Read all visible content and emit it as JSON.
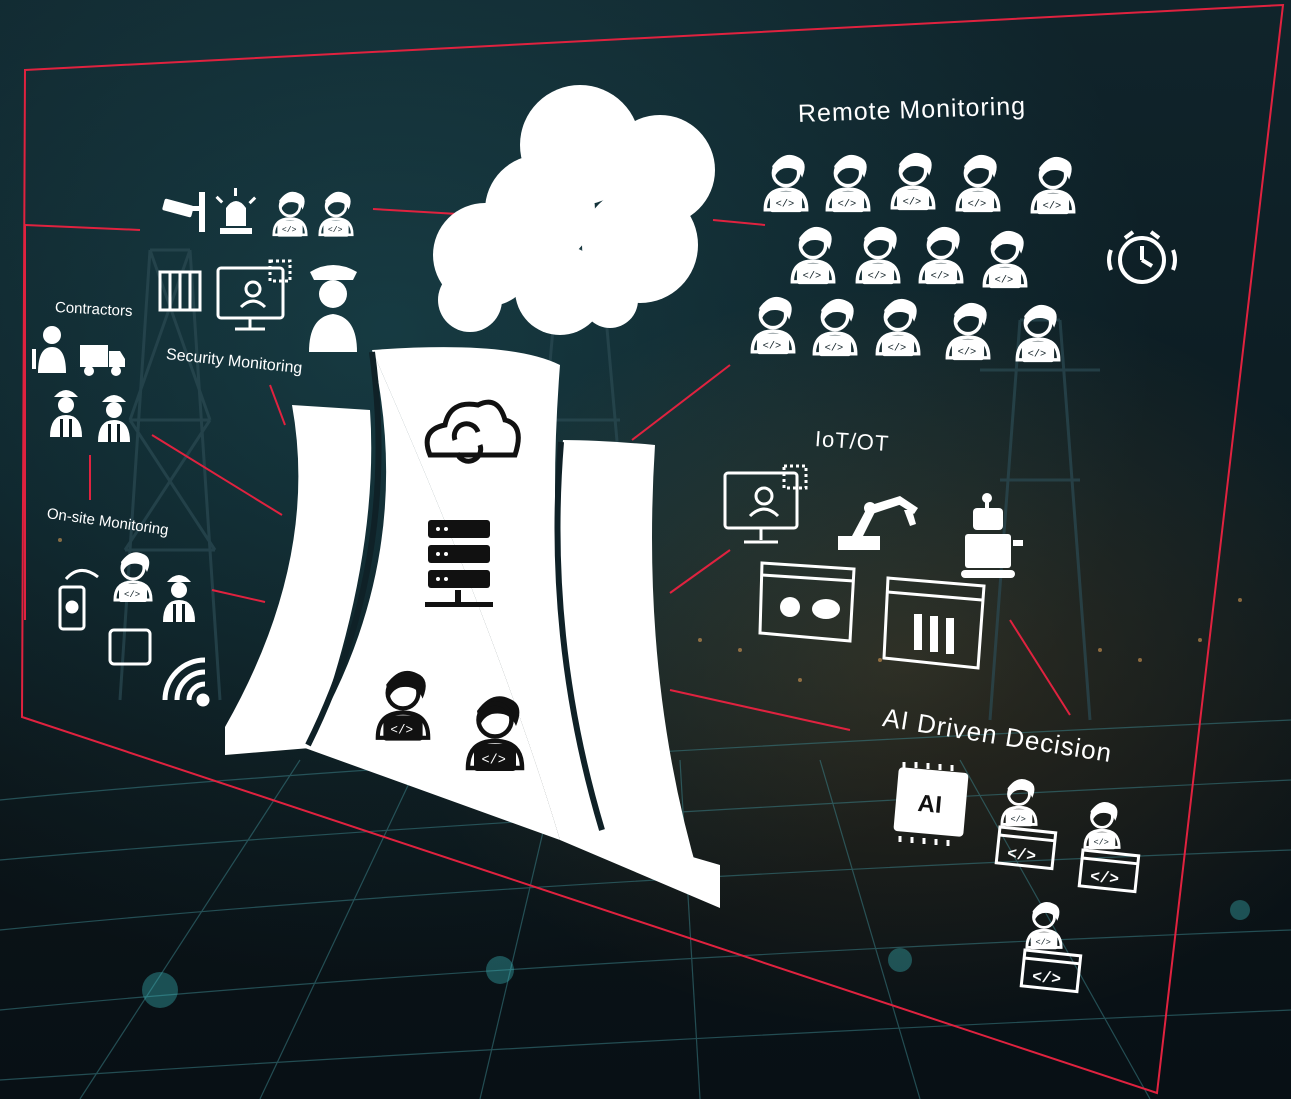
{
  "labels": {
    "remote_monitoring": "Remote Monitoring",
    "iot_ot": "IoT/OT",
    "contractors": "Contractors",
    "security_monitoring": "Security Monitoring",
    "onsite_monitoring": "On-site Monitoring",
    "ai_driven_decision": "AI Driven Decision",
    "ai_chip": "AI"
  },
  "colors": {
    "frame": "#e0223f",
    "icon": "#ffffff",
    "background": "#0c1c22"
  },
  "icons": {
    "security": [
      "cctv-camera-icon",
      "alarm-siren-icon",
      "developer-icon",
      "developer-icon",
      "prison-cell-icon",
      "remote-desktop-icon",
      "security-guard-icon"
    ],
    "contractors": [
      "mechanic-icon",
      "truck-icon",
      "construction-worker-icon",
      "construction-worker-icon"
    ],
    "onsite": [
      "phone-gauge-icon",
      "developer-icon",
      "construction-worker-icon",
      "tablet-icon",
      "wifi-icon"
    ],
    "plant": [
      "cloud-sync-icon",
      "server-rack-icon",
      "developer-icon",
      "developer-icon"
    ],
    "remote": [
      "developer-icon",
      "alarm-clock-icon"
    ],
    "iot": [
      "remote-desktop-icon",
      "robot-arm-icon",
      "robot-icon",
      "virus-lab-icon",
      "test-tubes-icon"
    ],
    "ai": [
      "ai-chip-icon",
      "coder-icon"
    ]
  }
}
